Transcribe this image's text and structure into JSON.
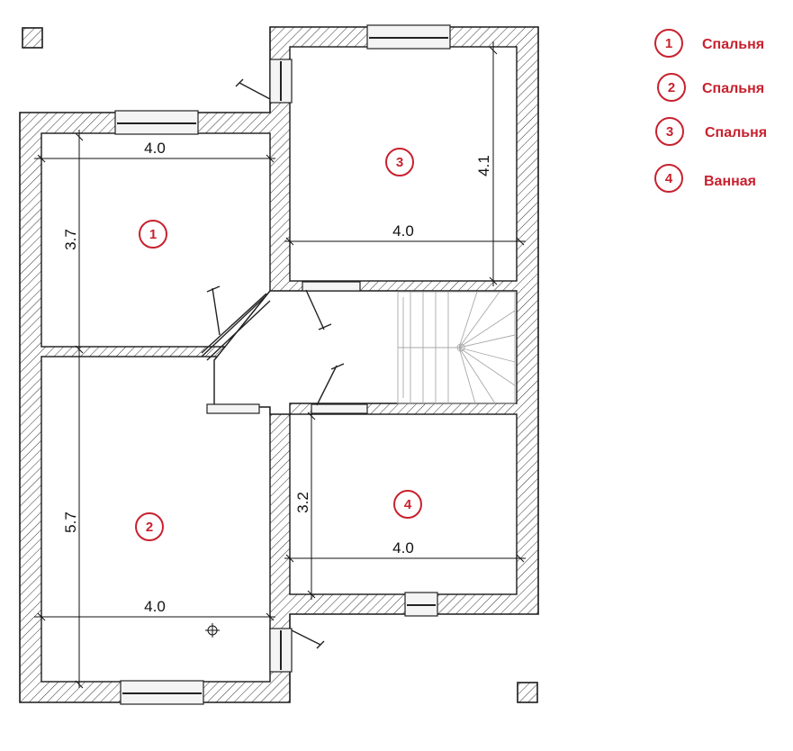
{
  "rooms": [
    {
      "num": "1",
      "label": "Спальня"
    },
    {
      "num": "2",
      "label": "Спальня"
    },
    {
      "num": "3",
      "label": "Спальня"
    },
    {
      "num": "4",
      "label": "Ванная"
    }
  ],
  "dimensions": {
    "room1_width": "4.0",
    "room1_height": "3.7",
    "room2_width": "4.0",
    "room2_height": "5.7",
    "room3_width": "4.0",
    "room3_height": "4.1",
    "room4_width": "4.0",
    "room4_height": "3.2"
  },
  "colors": {
    "accent": "#c8212e",
    "line": "#1a1a1a",
    "stairs": "#a9a9a9"
  }
}
